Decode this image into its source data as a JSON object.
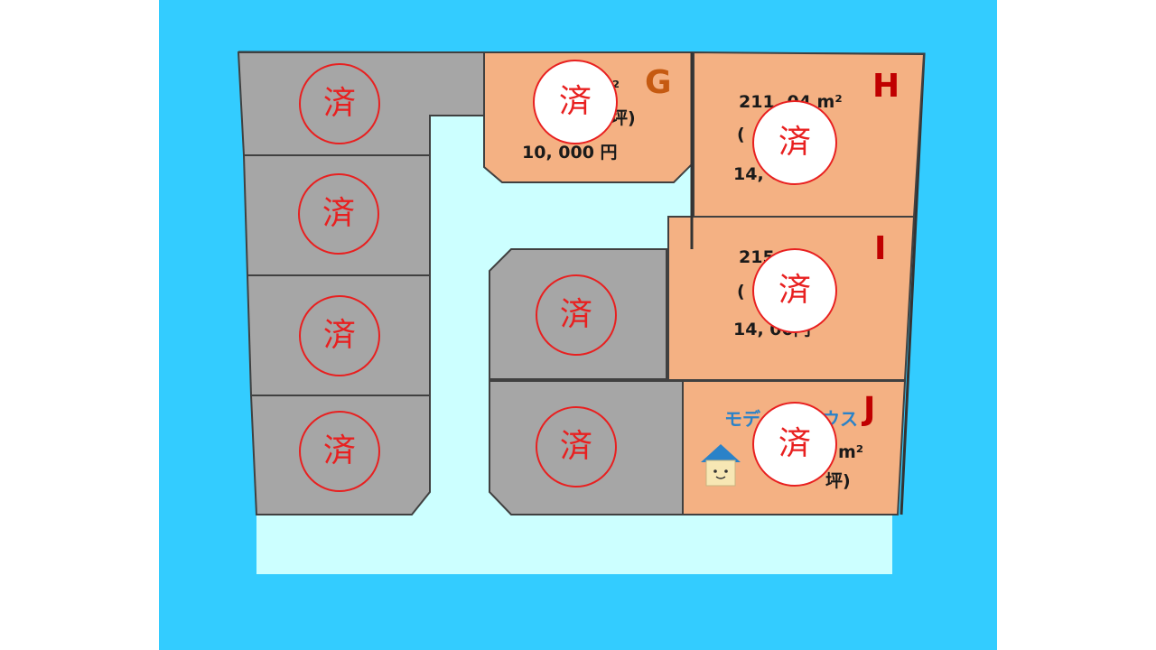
{
  "colors": {
    "background": "#33ccff",
    "road": "#ccffff",
    "sold_lot": "#a6a6a6",
    "available_lot": "#f4b183",
    "stamp_red": "#e82020",
    "letter_g": "#c55a11",
    "letter_red": "#c00000",
    "model_blue": "#2a82c8"
  },
  "stamp_text": "済",
  "lots": {
    "G": {
      "letter": "G",
      "area": "m²",
      "tsubo": "坪)",
      "price": "10,      000 円",
      "status": "済"
    },
    "H": {
      "letter": "H",
      "area": "211. 04 m²",
      "tsubo": "(",
      "price": "14,      0円",
      "status": "済"
    },
    "I": {
      "letter": "I",
      "area": "215      m²",
      "tsubo": "(",
      "price": "14,      00円",
      "status": "済"
    },
    "J": {
      "letter": "J",
      "model_left": "モデ",
      "model_right": "ウス",
      "area": "m²",
      "tsubo": "坪)",
      "status": "済"
    }
  },
  "icons": [
    "sold-stamp-icon",
    "model-house-icon"
  ]
}
